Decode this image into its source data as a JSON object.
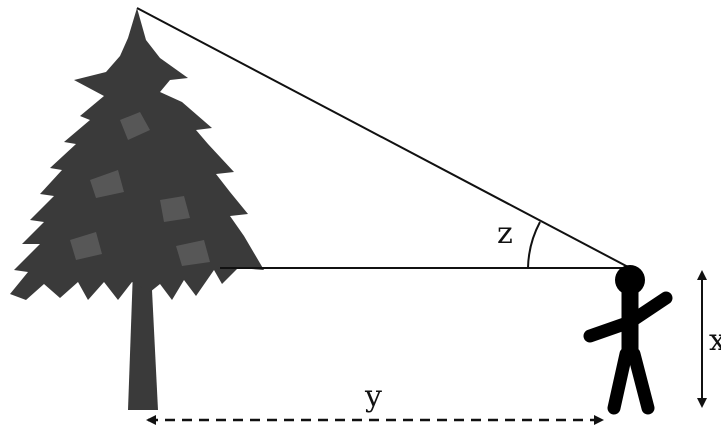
{
  "labels": {
    "angle": "z",
    "ground_distance": "y",
    "eye_height": "x"
  },
  "colors": {
    "tree": "#3a3a3a",
    "tree_highlight": "#6f6f6f",
    "person": "#000000",
    "line": "#111111",
    "background": "#ffffff"
  },
  "icons": {
    "tree": "pine-tree-silhouette",
    "person": "stick-figure-person"
  }
}
